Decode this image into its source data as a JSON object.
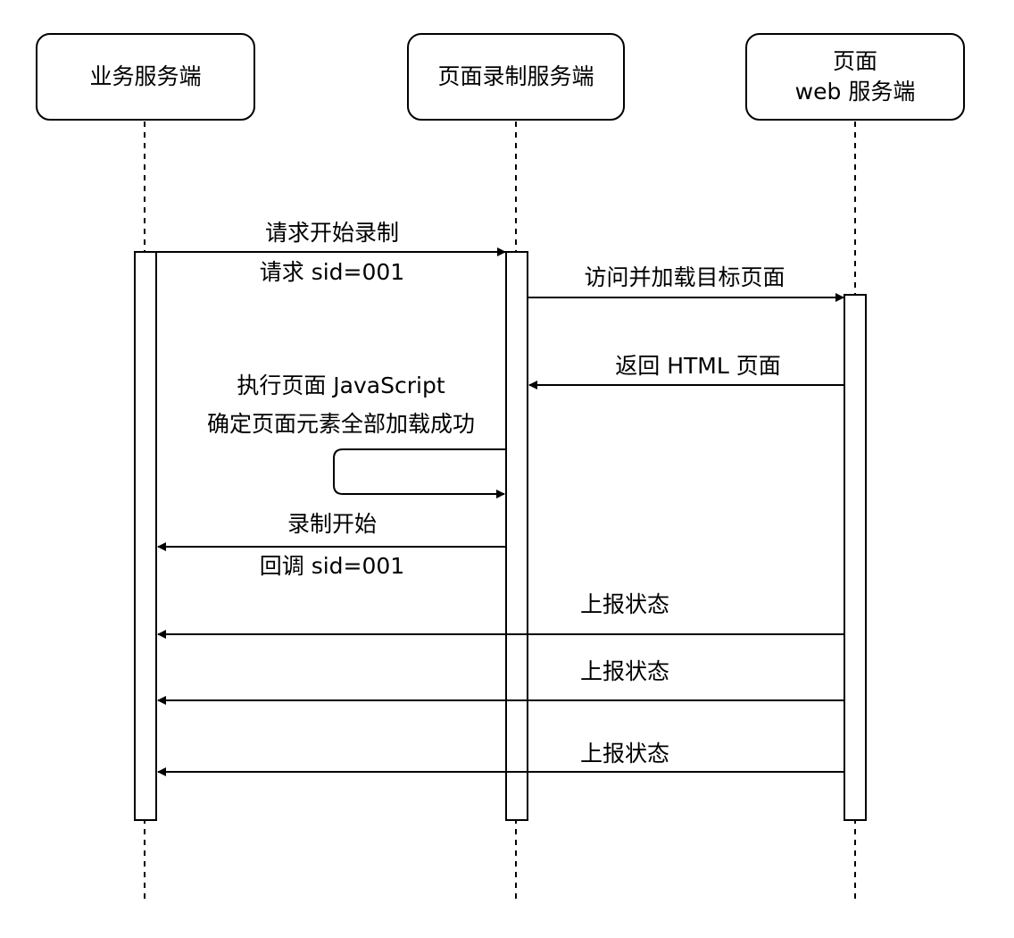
{
  "actors": {
    "business": {
      "label": "业务服务端"
    },
    "recorder": {
      "label": "页面录制服务端"
    },
    "web": {
      "line1": "页面",
      "line2": "web 服务端"
    }
  },
  "messages": {
    "start_request_title": "请求开始录制",
    "start_request_sub": "请求 sid=001",
    "visit_page": "访问并加载目标页面",
    "return_html": "返回 HTML 页面",
    "exec_js_title": "执行页面 JavaScript",
    "exec_js_sub": "确定页面元素全部加载成功",
    "record_start_title": "录制开始",
    "record_start_sub": "回调 sid=001",
    "report_1": "上报状态",
    "report_2": "上报状态",
    "report_3": "上报状态"
  }
}
